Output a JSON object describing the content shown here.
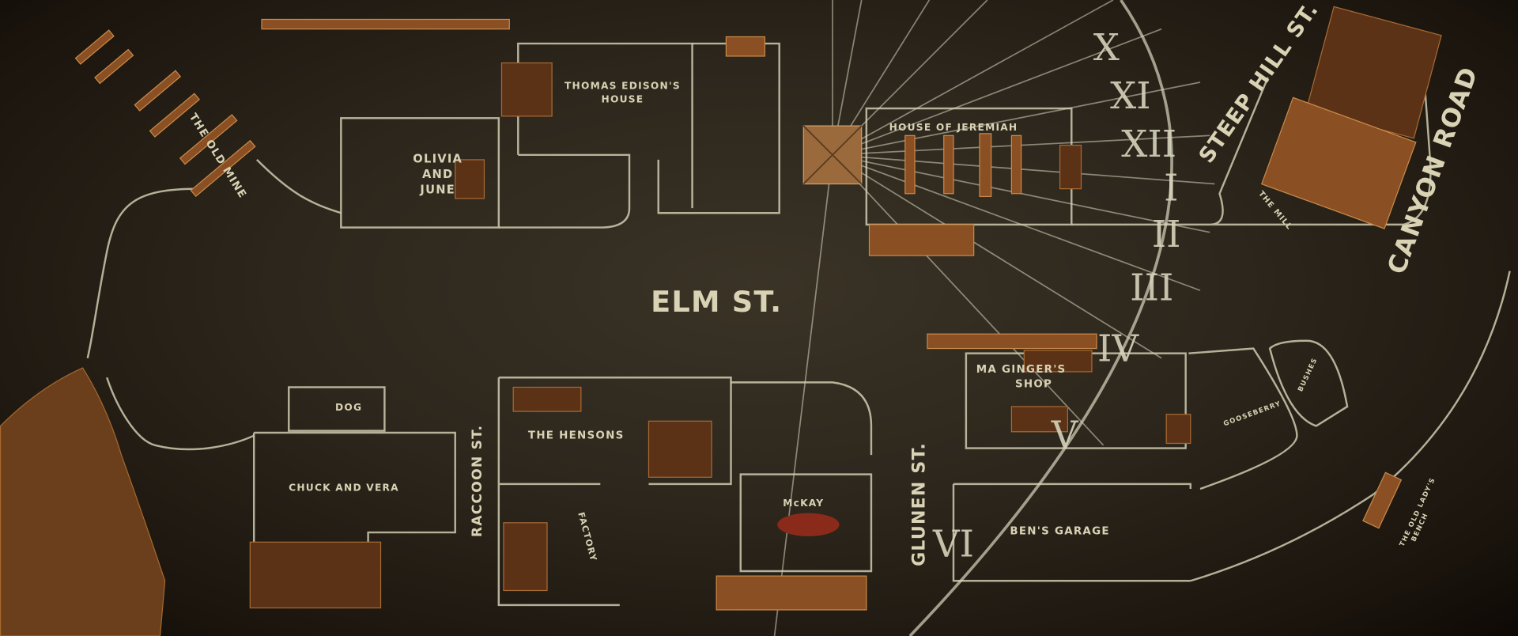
{
  "map": {
    "streets": {
      "elm": "ELM ST.",
      "steep_hill": "STEEP HILL ST.",
      "canyon": "CANYON ROAD",
      "glunen": "GLUNEN ST.",
      "raccoon": "RACCOON ST."
    },
    "places": {
      "old_mine": "THE OLD MINE",
      "olivia": [
        "OLIVIA",
        "AND",
        "JUNE"
      ],
      "edison": [
        "THOMAS EDISON'S",
        "HOUSE"
      ],
      "jeremiah": "HOUSE OF JEREMIAH",
      "mill": "THE MILL",
      "ginger": [
        "MA GINGER'S",
        "SHOP"
      ],
      "gooseberry": "GOOSEBERRY",
      "bushes": "BUSHES",
      "bench": [
        "THE OLD LADY'S",
        "BENCH"
      ],
      "garage": "BEN'S GARAGE",
      "mckay": "McKAY",
      "hensons": "THE HENSONS",
      "factory": "FACTORY",
      "dog": "DOG",
      "chuck": "CHUCK AND VERA"
    },
    "numerals": [
      "X",
      "XI",
      "XII",
      "I",
      "II",
      "III",
      "IV",
      "V",
      "VI"
    ],
    "colors": {
      "floor": "#2c261c",
      "chalk": "#cfcbb0",
      "wood": "#8a4f22"
    }
  }
}
